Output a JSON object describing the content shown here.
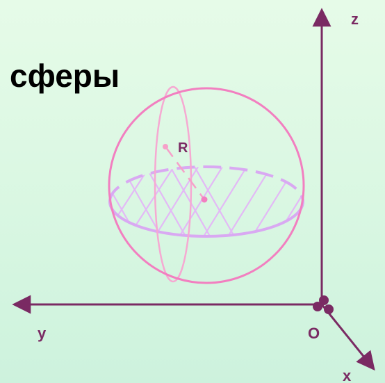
{
  "title": "сферы",
  "labels": {
    "z": "z",
    "y": "y",
    "x": "x",
    "origin": "O",
    "radius": "R"
  },
  "colors": {
    "axis": "#7a2a63",
    "sphere": "#f27fc0",
    "meridian": "#f6a9d2",
    "equator": "#d9a9f2",
    "hatch": "#e3b9f6",
    "radius": "#f6a0c9"
  }
}
